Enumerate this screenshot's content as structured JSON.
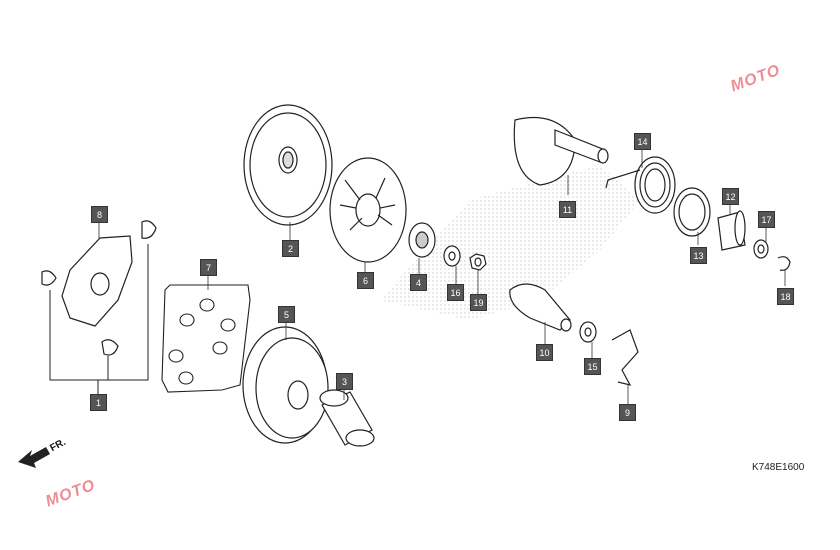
{
  "diagram": {
    "callouts": [
      "1",
      "2",
      "3",
      "4",
      "5",
      "6",
      "7",
      "8",
      "9",
      "10",
      "11",
      "12",
      "13",
      "14",
      "15",
      "16",
      "17",
      "18",
      "19"
    ],
    "drawing_code": "K748E1600",
    "direction_label": "FR.",
    "watermark_text": "MOTO"
  },
  "colors": {
    "line": "#222222",
    "callout_bg": "#555555",
    "callout_text": "#ffffff",
    "watermark": "#e03040",
    "hatch": "#c8c8c8"
  }
}
